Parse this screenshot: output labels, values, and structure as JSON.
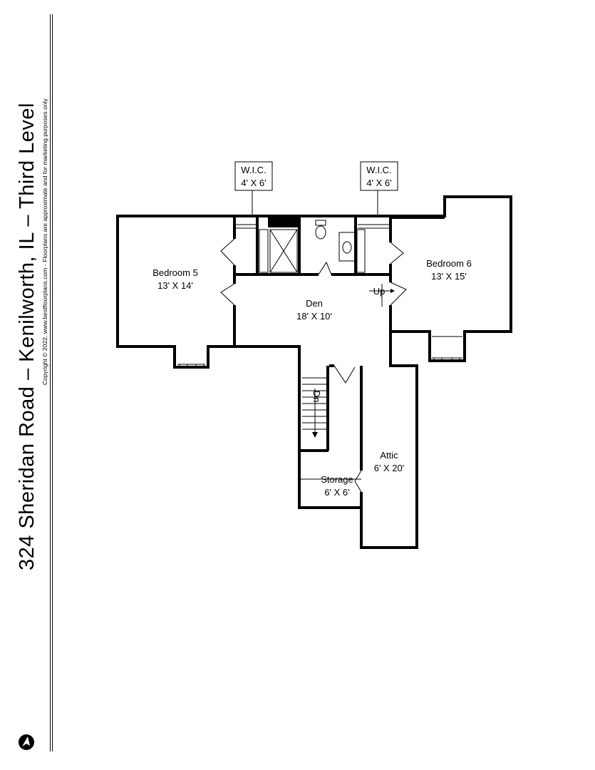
{
  "title": {
    "address": "324 Sheridan Road – Kenilworth, IL – Third Level",
    "copyright": "Copyright © 2022. www.bestfloorplans.com - Floorplans are approximate and for marketing purposes only"
  },
  "rooms": {
    "bedroom5": {
      "name": "Bedroom 5",
      "size": "13' X 14'"
    },
    "bedroom6": {
      "name": "Bedroom 6",
      "size": "13' X 15'"
    },
    "den": {
      "name": "Den",
      "size": "18' X 10'"
    },
    "wic_left": {
      "name": "W.I.C.",
      "size": "4' X 6'"
    },
    "wic_right": {
      "name": "W.I.C.",
      "size": "4' X 6'"
    },
    "attic": {
      "name": "Attic",
      "size": "6' X 20'"
    },
    "storage": {
      "name": "Storage",
      "size": "6' X 6'"
    }
  },
  "stairs": {
    "up": "Up",
    "down": "Dn"
  },
  "icons": {
    "compass": "north-arrow-icon"
  }
}
